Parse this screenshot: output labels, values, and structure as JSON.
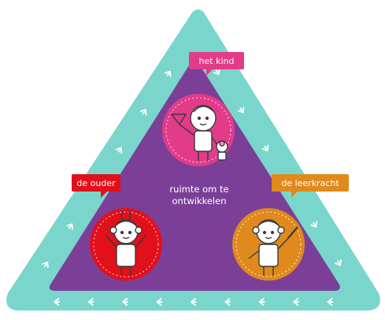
{
  "diagram": {
    "center_label_line1": "ruimte om te",
    "center_label_line2": "ontwikkelen",
    "nodes": {
      "child": {
        "label": "het kind",
        "color": "#e23b8a"
      },
      "parent": {
        "label": "de ouder",
        "color": "#e2101b"
      },
      "teacher": {
        "label": "de leerkracht",
        "color": "#e08a1e"
      }
    }
  },
  "colors": {
    "outer_border": "#7ad6cc",
    "inner_fill": "#7b3f98",
    "arrow": "#ffffff"
  },
  "icons": [
    "arrow-icon",
    "child-figure-icon",
    "parent-figure-icon",
    "teacher-figure-icon"
  ]
}
